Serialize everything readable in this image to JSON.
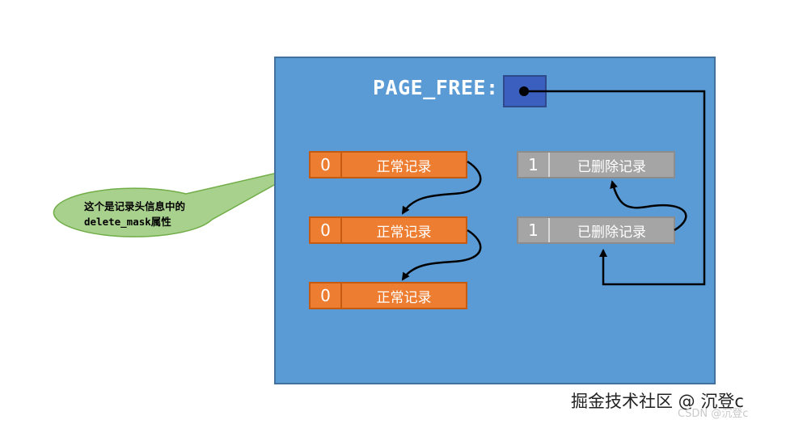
{
  "page": {
    "free_label": "PAGE_FREE:"
  },
  "records": {
    "normal": [
      {
        "flag": "0",
        "label": "正常记录"
      },
      {
        "flag": "0",
        "label": "正常记录"
      },
      {
        "flag": "0",
        "label": "正常记录"
      }
    ],
    "deleted": [
      {
        "flag": "1",
        "label": "已删除记录"
      },
      {
        "flag": "1",
        "label": "已删除记录"
      }
    ]
  },
  "callout": {
    "line1": "这个是记录头信息中的",
    "line2": "delete_mask属性"
  },
  "watermark": {
    "text": "掘金技术社区 @ 沉登c",
    "sub": "CSDN @沉登c"
  },
  "colors": {
    "page_fill": "#5b9bd5",
    "pointer_fill": "#3a5fbf",
    "normal_record": "#ed7d31",
    "deleted_record": "#a5a5a5",
    "callout_fill": "#a9d18e"
  }
}
